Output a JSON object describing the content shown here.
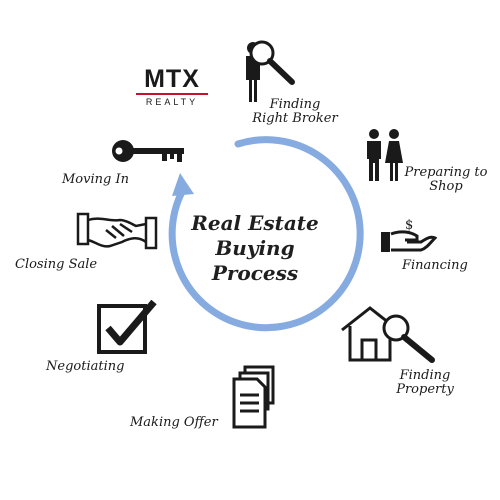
{
  "colors": {
    "arc": "#86abe0",
    "ink": "#1a1a1a",
    "logo_bar": "#c8102e"
  },
  "logo": {
    "main": "MTX",
    "sub": "REALTY"
  },
  "center": {
    "line1": "Real Estate",
    "line2": "Buying",
    "line3": "Process"
  },
  "steps": [
    {
      "id": "finding-right-broker",
      "line1": "Finding",
      "line2": "Right Broker",
      "icon": "broker-magnifier-icon"
    },
    {
      "id": "preparing-to-shop",
      "line1": "Preparing to",
      "line2": "Shop",
      "icon": "couple-icon"
    },
    {
      "id": "financing",
      "line1": "Financing",
      "icon": "hand-money-icon",
      "glyph": "$"
    },
    {
      "id": "finding-property",
      "line1": "Finding",
      "line2": "Property",
      "icon": "house-magnifier-icon"
    },
    {
      "id": "making-offer",
      "line1": "Making Offer",
      "icon": "documents-icon"
    },
    {
      "id": "negotiating",
      "line1": "Negotiating",
      "icon": "checkbox-icon"
    },
    {
      "id": "closing-sale",
      "line1": "Closing Sale",
      "icon": "handshake-icon"
    },
    {
      "id": "moving-in",
      "line1": "Moving In",
      "icon": "key-icon"
    }
  ]
}
